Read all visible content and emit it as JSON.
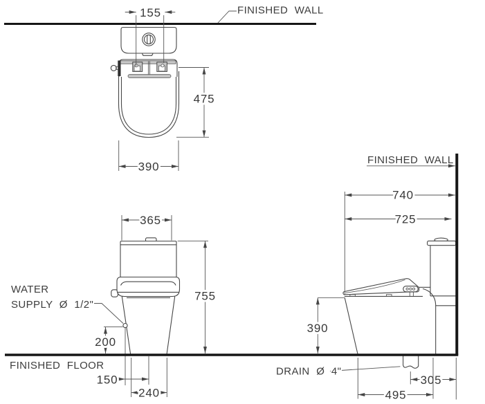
{
  "drawing": {
    "top_view": {
      "wall_label": "FINISHED WALL",
      "dim_hinge_spacing": "155",
      "dim_seat_length": "475",
      "dim_bowl_width": "390"
    },
    "front_view": {
      "dim_tank_width": "365",
      "dim_total_height": "755",
      "dim_supply_height": "200",
      "dim_supply_offset": "150",
      "dim_base_width": "240",
      "water_supply_label_1": "WATER",
      "water_supply_label_2": "SUPPLY Ø 1/2\"",
      "floor_label": "FINISHED FLOOR"
    },
    "side_view": {
      "wall_label": "FINISHED WALL",
      "dim_depth_overall": "740",
      "dim_depth_ceramic": "725",
      "dim_rim_height": "390",
      "dim_drain_offset": "305",
      "dim_base_depth": "495",
      "drain_label": "DRAIN Ø 4\""
    },
    "colors": {
      "line": "#464646",
      "heavy_line": "#161616",
      "text": "#3d3d3d",
      "gray_fill": "#c8c8c8"
    }
  }
}
